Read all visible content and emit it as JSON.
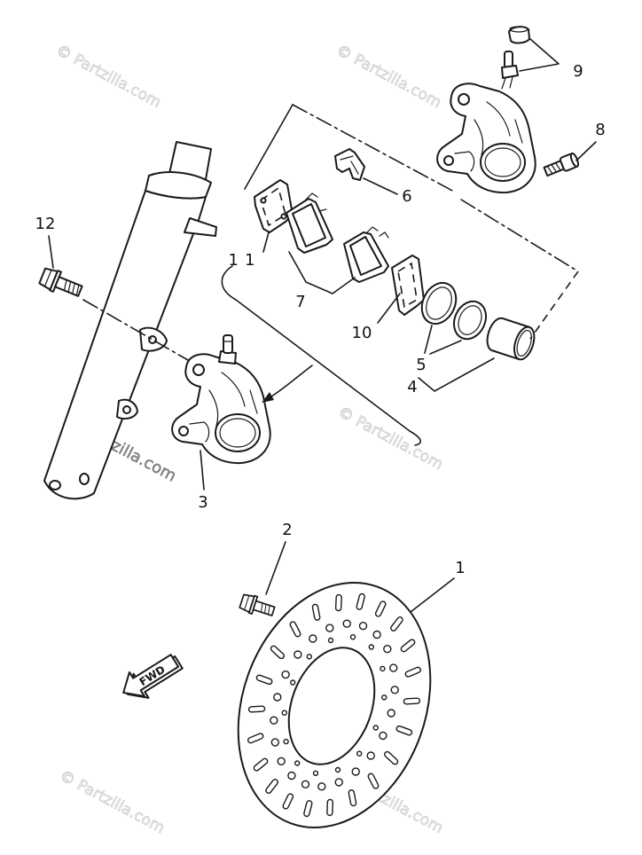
{
  "diagram": {
    "callouts": [
      "1",
      "2",
      "3",
      "4",
      "5",
      "6",
      "7",
      "8",
      "9",
      "10",
      "11",
      "12"
    ],
    "fwd_arrow_label": "FWD"
  },
  "watermark": "© Partzilla.com",
  "colors": {
    "line": "#1a1a1a",
    "background": "#ffffff",
    "watermark": "#cacaca"
  }
}
